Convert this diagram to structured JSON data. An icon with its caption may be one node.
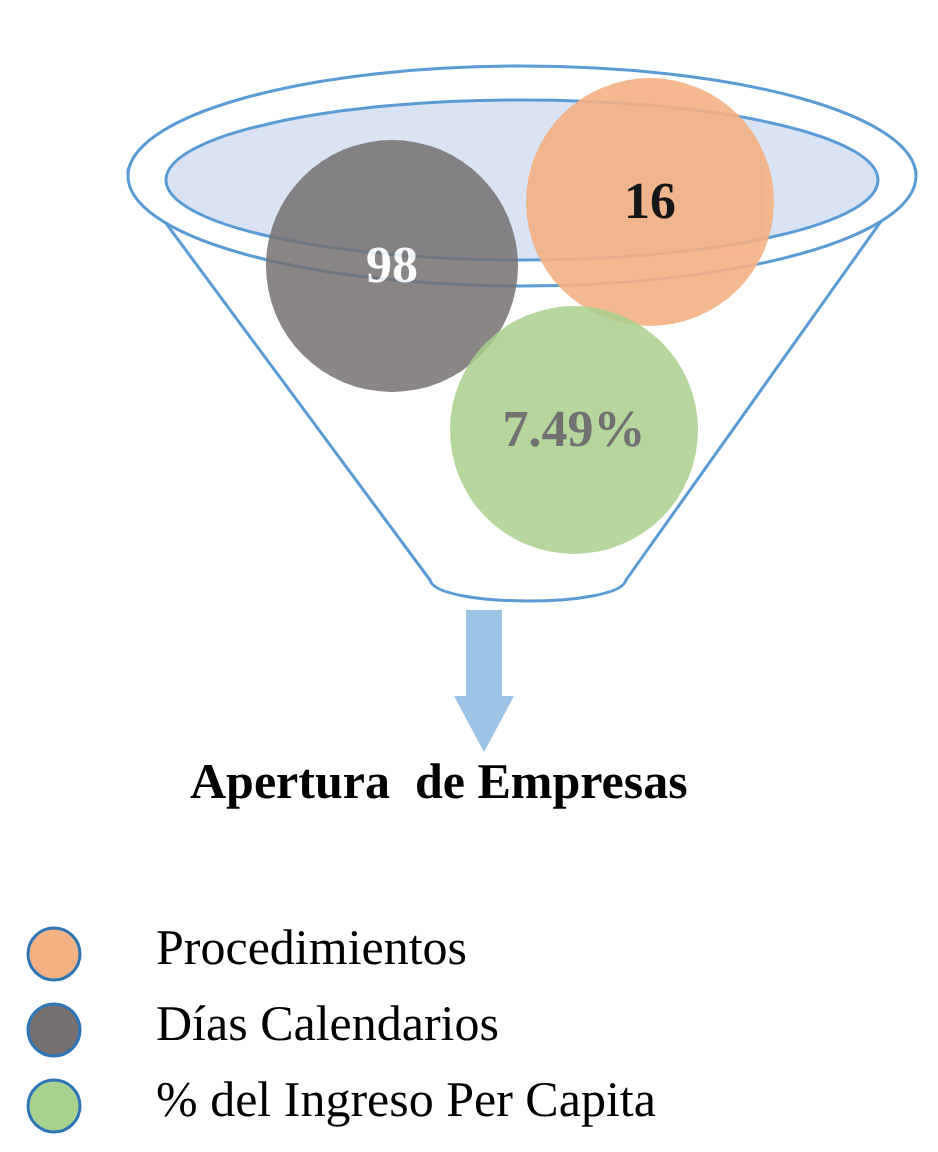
{
  "diagram": {
    "nodes": [
      {
        "text": [],
        "shape": "funnel"
      },
      {
        "text": [
          "98"
        ],
        "in": 0
      },
      {
        "text": [
          "16"
        ],
        "in": 0
      },
      {
        "text": [
          "7.49%"
        ],
        "in": 0
      },
      {
        "text": [
          "Apertura  de Empresas"
        ]
      }
    ],
    "edges": [
      {
        "from": 0,
        "to": 4,
        "arrow": "to"
      }
    ],
    "legend": [
      {
        "text": "Procedimientos",
        "color": "#f4b183"
      },
      {
        "text": "Días Calendarios",
        "color": "#767171"
      },
      {
        "text": "% del Ingreso Per Capita",
        "color": "#a9d18e"
      }
    ]
  }
}
